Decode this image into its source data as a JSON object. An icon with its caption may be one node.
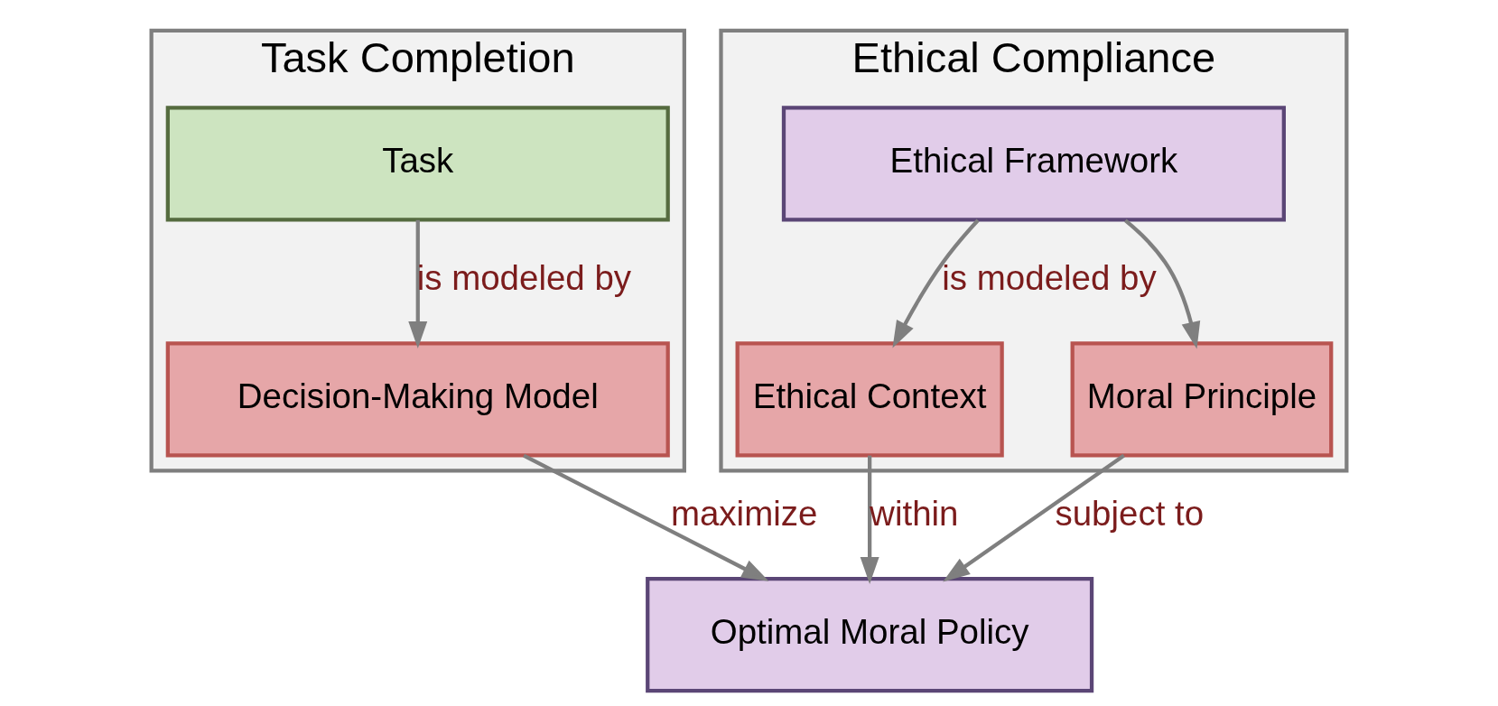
{
  "diagram": {
    "nodes": [
      {
        "text": [
          "Task Completion"
        ]
      },
      {
        "text": [
          "Task"
        ],
        "in": 0
      },
      {
        "text": [
          "Decision-Making Model"
        ],
        "in": 0
      },
      {
        "text": [
          "Ethical Compliance"
        ]
      },
      {
        "text": [
          "Ethical Framework"
        ],
        "in": 3
      },
      {
        "text": [
          "Ethical Context"
        ],
        "in": 3
      },
      {
        "text": [
          "Moral Principle"
        ],
        "in": 3
      },
      {
        "text": [
          "Optimal Moral Policy"
        ]
      }
    ],
    "edges": [
      {
        "from": 1,
        "to": 2,
        "arrow": "to",
        "label": "is modeled by"
      },
      {
        "from": 4,
        "to": 5,
        "arrow": "to",
        "label": "is modeled by"
      },
      {
        "from": 4,
        "to": 6,
        "arrow": "to"
      },
      {
        "from": 2,
        "to": 7,
        "arrow": "to",
        "label": "maximize"
      },
      {
        "from": 5,
        "to": 7,
        "arrow": "to",
        "label": "within"
      },
      {
        "from": 6,
        "to": 7,
        "arrow": "to",
        "label": "subject to"
      }
    ]
  }
}
